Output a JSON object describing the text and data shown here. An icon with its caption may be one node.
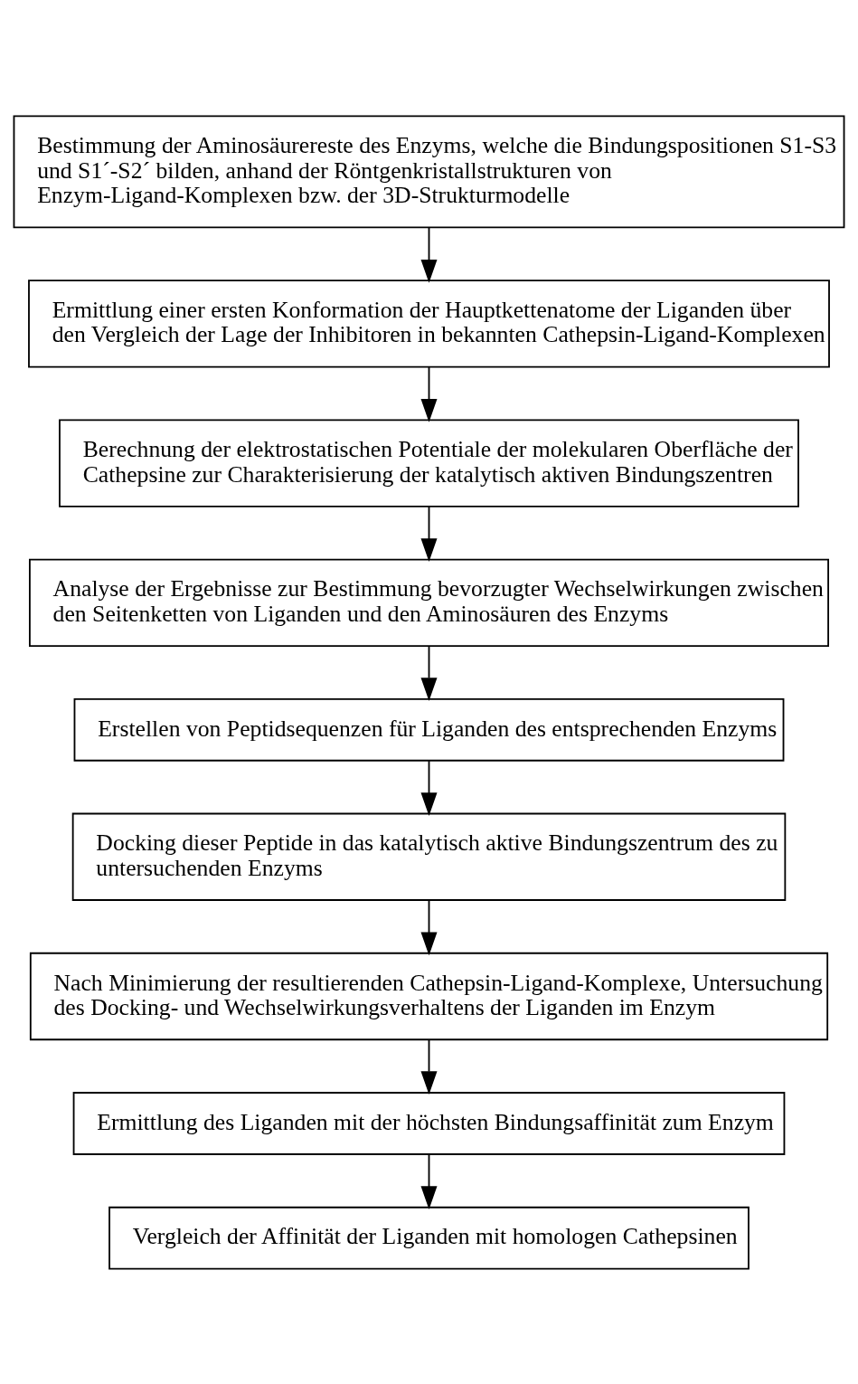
{
  "diagram": {
    "nodes": [
      {
        "text": [
          "Bestimmung der Aminosäurereste des Enzyms, welche die Bindungspositionen S1-S3 und S1´-S2´ bilden, anhand der Röntgenkristallstrukturen von Enzym-Ligand-Komplexen bzw. der 3D-Strukturmodelle"
        ]
      },
      {
        "text": [
          "Ermittlung einer ersten Konformation der Hauptkettenatome der Liganden über den Vergleich der Lage der Inhibitoren in bekannten Cathepsin-Ligand-Komplexen"
        ]
      },
      {
        "text": [
          "Berechnung der elektrostatischen Potentiale der molekularen Oberfläche der Cathepsine zur Charakterisierung der katalytisch aktiven Bindungszentren"
        ]
      },
      {
        "text": [
          "Analyse der Ergebnisse zur Bestimmung bevorzugter Wechselwirkungen zwischen den Seitenketten von Liganden und den Aminosäuren des Enzyms"
        ]
      },
      {
        "text": [
          "Erstellen von Peptidsequenzen für Liganden des entsprechenden Enzyms"
        ]
      },
      {
        "text": [
          "Docking dieser Peptide in das katalytisch aktive Bindungszentrum des zu untersuchenden Enzyms"
        ]
      },
      {
        "text": [
          "Nach Minimierung der resultierenden Cathepsin-Ligand-Komplexe, Untersuchung des Docking- und Wechselwirkungsverhaltens der Liganden im Enzym"
        ]
      },
      {
        "text": [
          "Ermittlung des Liganden mit der höchsten Bindungsaffinität zum Enzym"
        ]
      },
      {
        "text": [
          "Vergleich der Affinität der Liganden mit homologen Cathepsinen"
        ]
      }
    ],
    "edges": [
      {
        "from": 0,
        "to": 1,
        "arrow": "to"
      },
      {
        "from": 1,
        "to": 2,
        "arrow": "to"
      },
      {
        "from": 2,
        "to": 3,
        "arrow": "to"
      },
      {
        "from": 3,
        "to": 4,
        "arrow": "to"
      },
      {
        "from": 4,
        "to": 5,
        "arrow": "to"
      },
      {
        "from": 5,
        "to": 6,
        "arrow": "to"
      },
      {
        "from": 6,
        "to": 7,
        "arrow": "to"
      },
      {
        "from": 7,
        "to": 8,
        "arrow": "to"
      }
    ]
  }
}
